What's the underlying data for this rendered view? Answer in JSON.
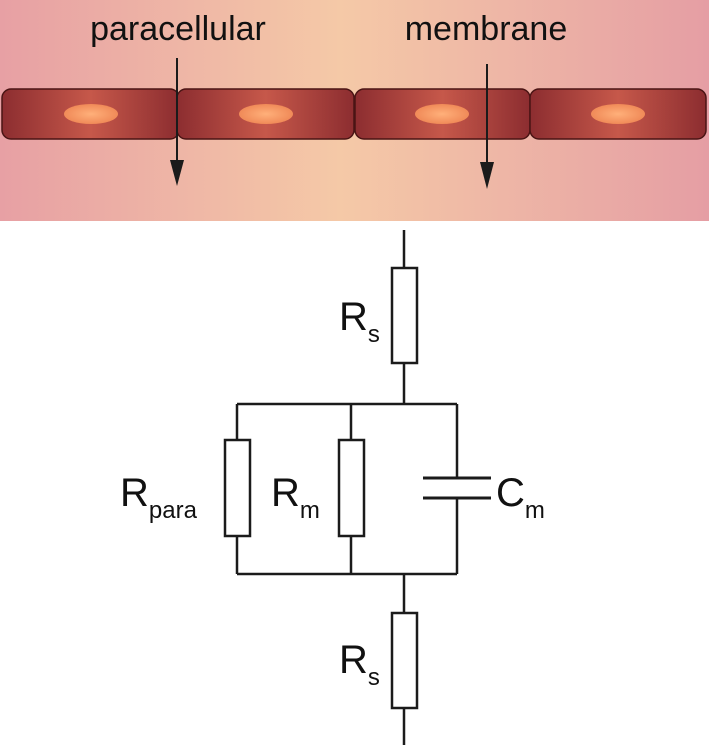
{
  "top_panel": {
    "label_paracellular": "paracellular",
    "label_membrane": "membrane"
  },
  "circuit": {
    "rs_top": {
      "main": "R",
      "sub": "s"
    },
    "rpara": {
      "main": "R",
      "sub": "para"
    },
    "rm": {
      "main": "R",
      "sub": "m"
    },
    "cm": {
      "main": "C",
      "sub": "m"
    },
    "rs_bottom": {
      "main": "R",
      "sub": "s"
    }
  },
  "colors": {
    "background_edge": "#e8a2a6",
    "background_center": "#f4c6a8",
    "cell_fill_dark": "#8e2f2f",
    "cell_fill_light": "#c9574a",
    "nucleus": "#f4965f",
    "line": "#1b1b1b"
  }
}
